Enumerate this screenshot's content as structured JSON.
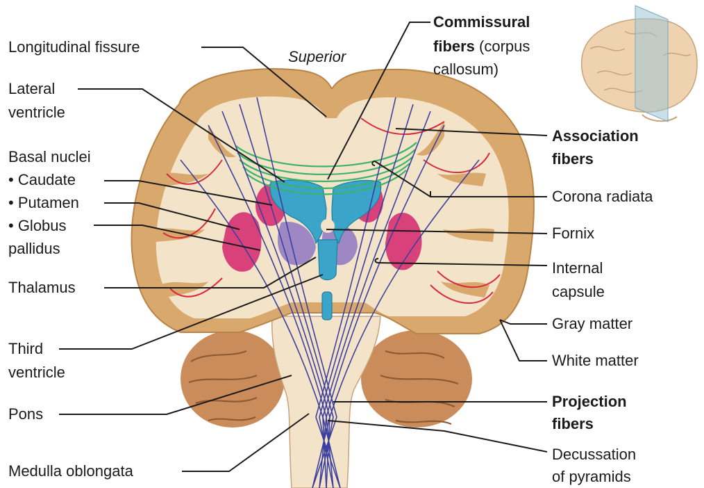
{
  "orientation_label": "Superior",
  "labels_left": {
    "longitudinal_fissure": "Longitudinal fissure",
    "lateral_ventricle": [
      "Lateral",
      "ventricle"
    ],
    "basal_nuclei": "Basal nuclei",
    "caudate": "• Caudate",
    "putamen": "• Putamen",
    "globus_pallidus": [
      "• Globus",
      "pallidus"
    ],
    "thalamus": "Thalamus",
    "third_ventricle": [
      "Third",
      "ventricle"
    ],
    "pons": "Pons",
    "medulla_oblongata": "Medulla oblongata"
  },
  "labels_right": {
    "commissural_fibers": [
      "Commissural",
      "fibers",
      " (corpus",
      "callosum)"
    ],
    "association_fibers": [
      "Association",
      "fibers"
    ],
    "corona_radiata": "Corona radiata",
    "fornix": "Fornix",
    "internal_capsule": [
      "Internal",
      "capsule"
    ],
    "gray_matter": "Gray matter",
    "white_matter": "White matter",
    "projection_fibers": [
      "Projection",
      "fibers"
    ],
    "decussation_of_pyramids": [
      "Decussation",
      "of pyramids"
    ]
  },
  "colors": {
    "gray_matter": "#d9a86c",
    "white_matter": "#f3e3c8",
    "ventricle": "#3aa4c9",
    "basal_nuclei": "#d9417a",
    "thalamus": "#9e88c4",
    "association_fibers": "#d8283c",
    "projection_fibers": "#3b3f9e",
    "commissural_fibers": "#3cb36a",
    "cerebellum": "#c98c5a",
    "leader_line": "#1a1a1a"
  }
}
